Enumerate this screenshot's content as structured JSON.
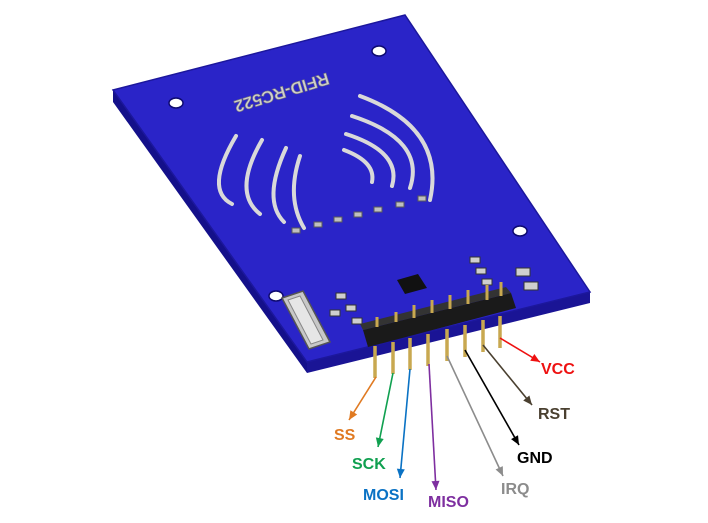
{
  "board": {
    "silkscreen_text": "RFID-RC522",
    "pcb_color": "#2a24c8",
    "pcb_edge_color": "#14108a"
  },
  "pins": [
    {
      "id": "vcc",
      "label": "VCC",
      "color": "#ee1111"
    },
    {
      "id": "rst",
      "label": "RST",
      "color": "#4a4030"
    },
    {
      "id": "gnd",
      "label": "GND",
      "color": "#000000"
    },
    {
      "id": "irq",
      "label": "IRQ",
      "color": "#8c8c8c"
    },
    {
      "id": "miso",
      "label": "MISO",
      "color": "#7e2fa0"
    },
    {
      "id": "mosi",
      "label": "MOSI",
      "color": "#0a72c4"
    },
    {
      "id": "sck",
      "label": "SCK",
      "color": "#10a050"
    },
    {
      "id": "ss",
      "label": "SS",
      "color": "#e07a22"
    }
  ]
}
